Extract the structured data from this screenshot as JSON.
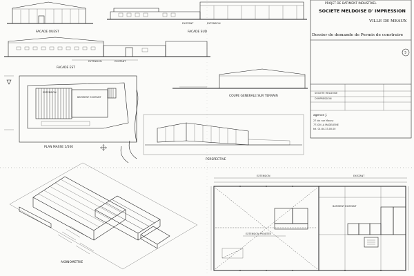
{
  "titleblock": {
    "project": "PROJET DE BATIMENT INDUSTRIEL",
    "company": "SOCIETE MELDOISE D' IMPRESSION",
    "town": "VILLE DE MEAUX",
    "dossier": "Dossier de demande de Permis de construire",
    "sheet_number": "5",
    "info_lines": [
      "SOCIETE MELDOISE",
      "D'IMPRESSION"
    ],
    "architect": "agence J.",
    "address_lines": [
      "27 bis rue Mauny",
      "77100 LA MADELEINE",
      "tel. 01.64.33.00.00"
    ]
  },
  "elevations": {
    "facade_ouest": "FACADE OUEST",
    "facade_sud": "FACADE SUD",
    "facade_est": "FACADE EST",
    "existant": "EXISTANT",
    "extension": "EXTENSION"
  },
  "views": {
    "coupe": "COUPE GENERALE SUR TERRAIN",
    "perspective": "PERSPECTIVE",
    "plan_masse": "PLAN MASSE 1/500",
    "axonometrie": "AXONOMETRIE"
  },
  "plan_masse": {
    "batiment_existant": "BATIMENT EXISTANT",
    "extension": "EXTENSION"
  },
  "floor_plan": {
    "extension_label": "EXTENSION",
    "existant_label": "EXISTANT",
    "batiment_existant": "BATIMENT EXISTANT",
    "extension_projetee": "EXTENSION   PROJETEE"
  }
}
